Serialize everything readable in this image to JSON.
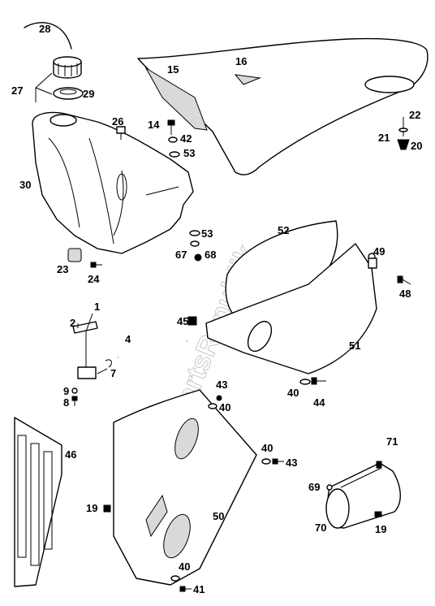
{
  "watermark": "PartsRepublik",
  "labels": {
    "l1": "1",
    "l2": "2",
    "l4": "4",
    "l7": "7",
    "l8": "8",
    "l9": "9",
    "l14": "14",
    "l15": "15",
    "l16": "16",
    "l19a": "19",
    "l19b": "19",
    "l20": "20",
    "l21": "21",
    "l22": "22",
    "l23": "23",
    "l24": "24",
    "l26": "26",
    "l27": "27",
    "l28": "28",
    "l29": "29",
    "l30": "30",
    "l40a": "40",
    "l40b": "40",
    "l40c": "40",
    "l40d": "40",
    "l41": "41",
    "l42": "42",
    "l43a": "43",
    "l43b": "43",
    "l44": "44",
    "l45": "45",
    "l46": "46",
    "l48": "48",
    "l49": "49",
    "l50": "50",
    "l51": "51",
    "l52": "52",
    "l53a": "53",
    "l53b": "53",
    "l67": "67",
    "l68": "68",
    "l69": "69",
    "l70": "70",
    "l71": "71"
  }
}
